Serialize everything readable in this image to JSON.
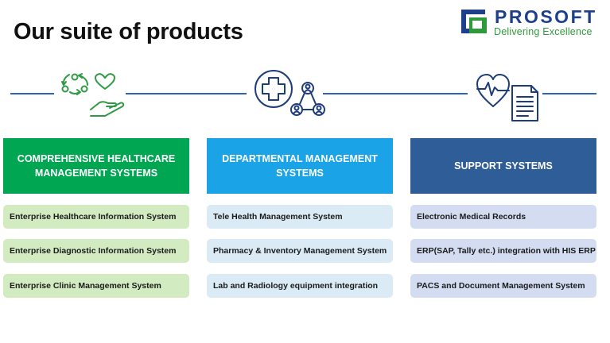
{
  "title": "Our suite of products",
  "logo": {
    "name": "PROSOFT",
    "tagline": "Delivering Excellence"
  },
  "colors": {
    "green": "#00a651",
    "cyan": "#1aa3e6",
    "navy": "#2f5d98",
    "item_green": "#d3ebc1",
    "item_cyan": "#daebf5",
    "item_navy": "#d3dcf0",
    "connector": "#2e63b8"
  },
  "icons": [
    "recycle-heart-hand-icon",
    "medical-cross-network-icon",
    "heartbeat-document-icon"
  ],
  "columns": [
    {
      "heading": "COMPREHENSIVE HEALTHCARE MANAGEMENT SYSTEMS",
      "items": [
        "Enterprise Healthcare Information System",
        "Enterprise Diagnostic Information System",
        "Enterprise Clinic Management System"
      ]
    },
    {
      "heading": "DEPARTMENTAL MANAGEMENT SYSTEMS",
      "items": [
        "Tele Health Management System",
        "Pharmacy & Inventory Management System",
        "Lab and Radiology equipment integration"
      ]
    },
    {
      "heading": "SUPPORT SYSTEMS",
      "items": [
        "Electronic Medical Records",
        "ERP(SAP, Tally etc.) integration with HIS ERP",
        "PACS and Document Management System"
      ]
    }
  ]
}
